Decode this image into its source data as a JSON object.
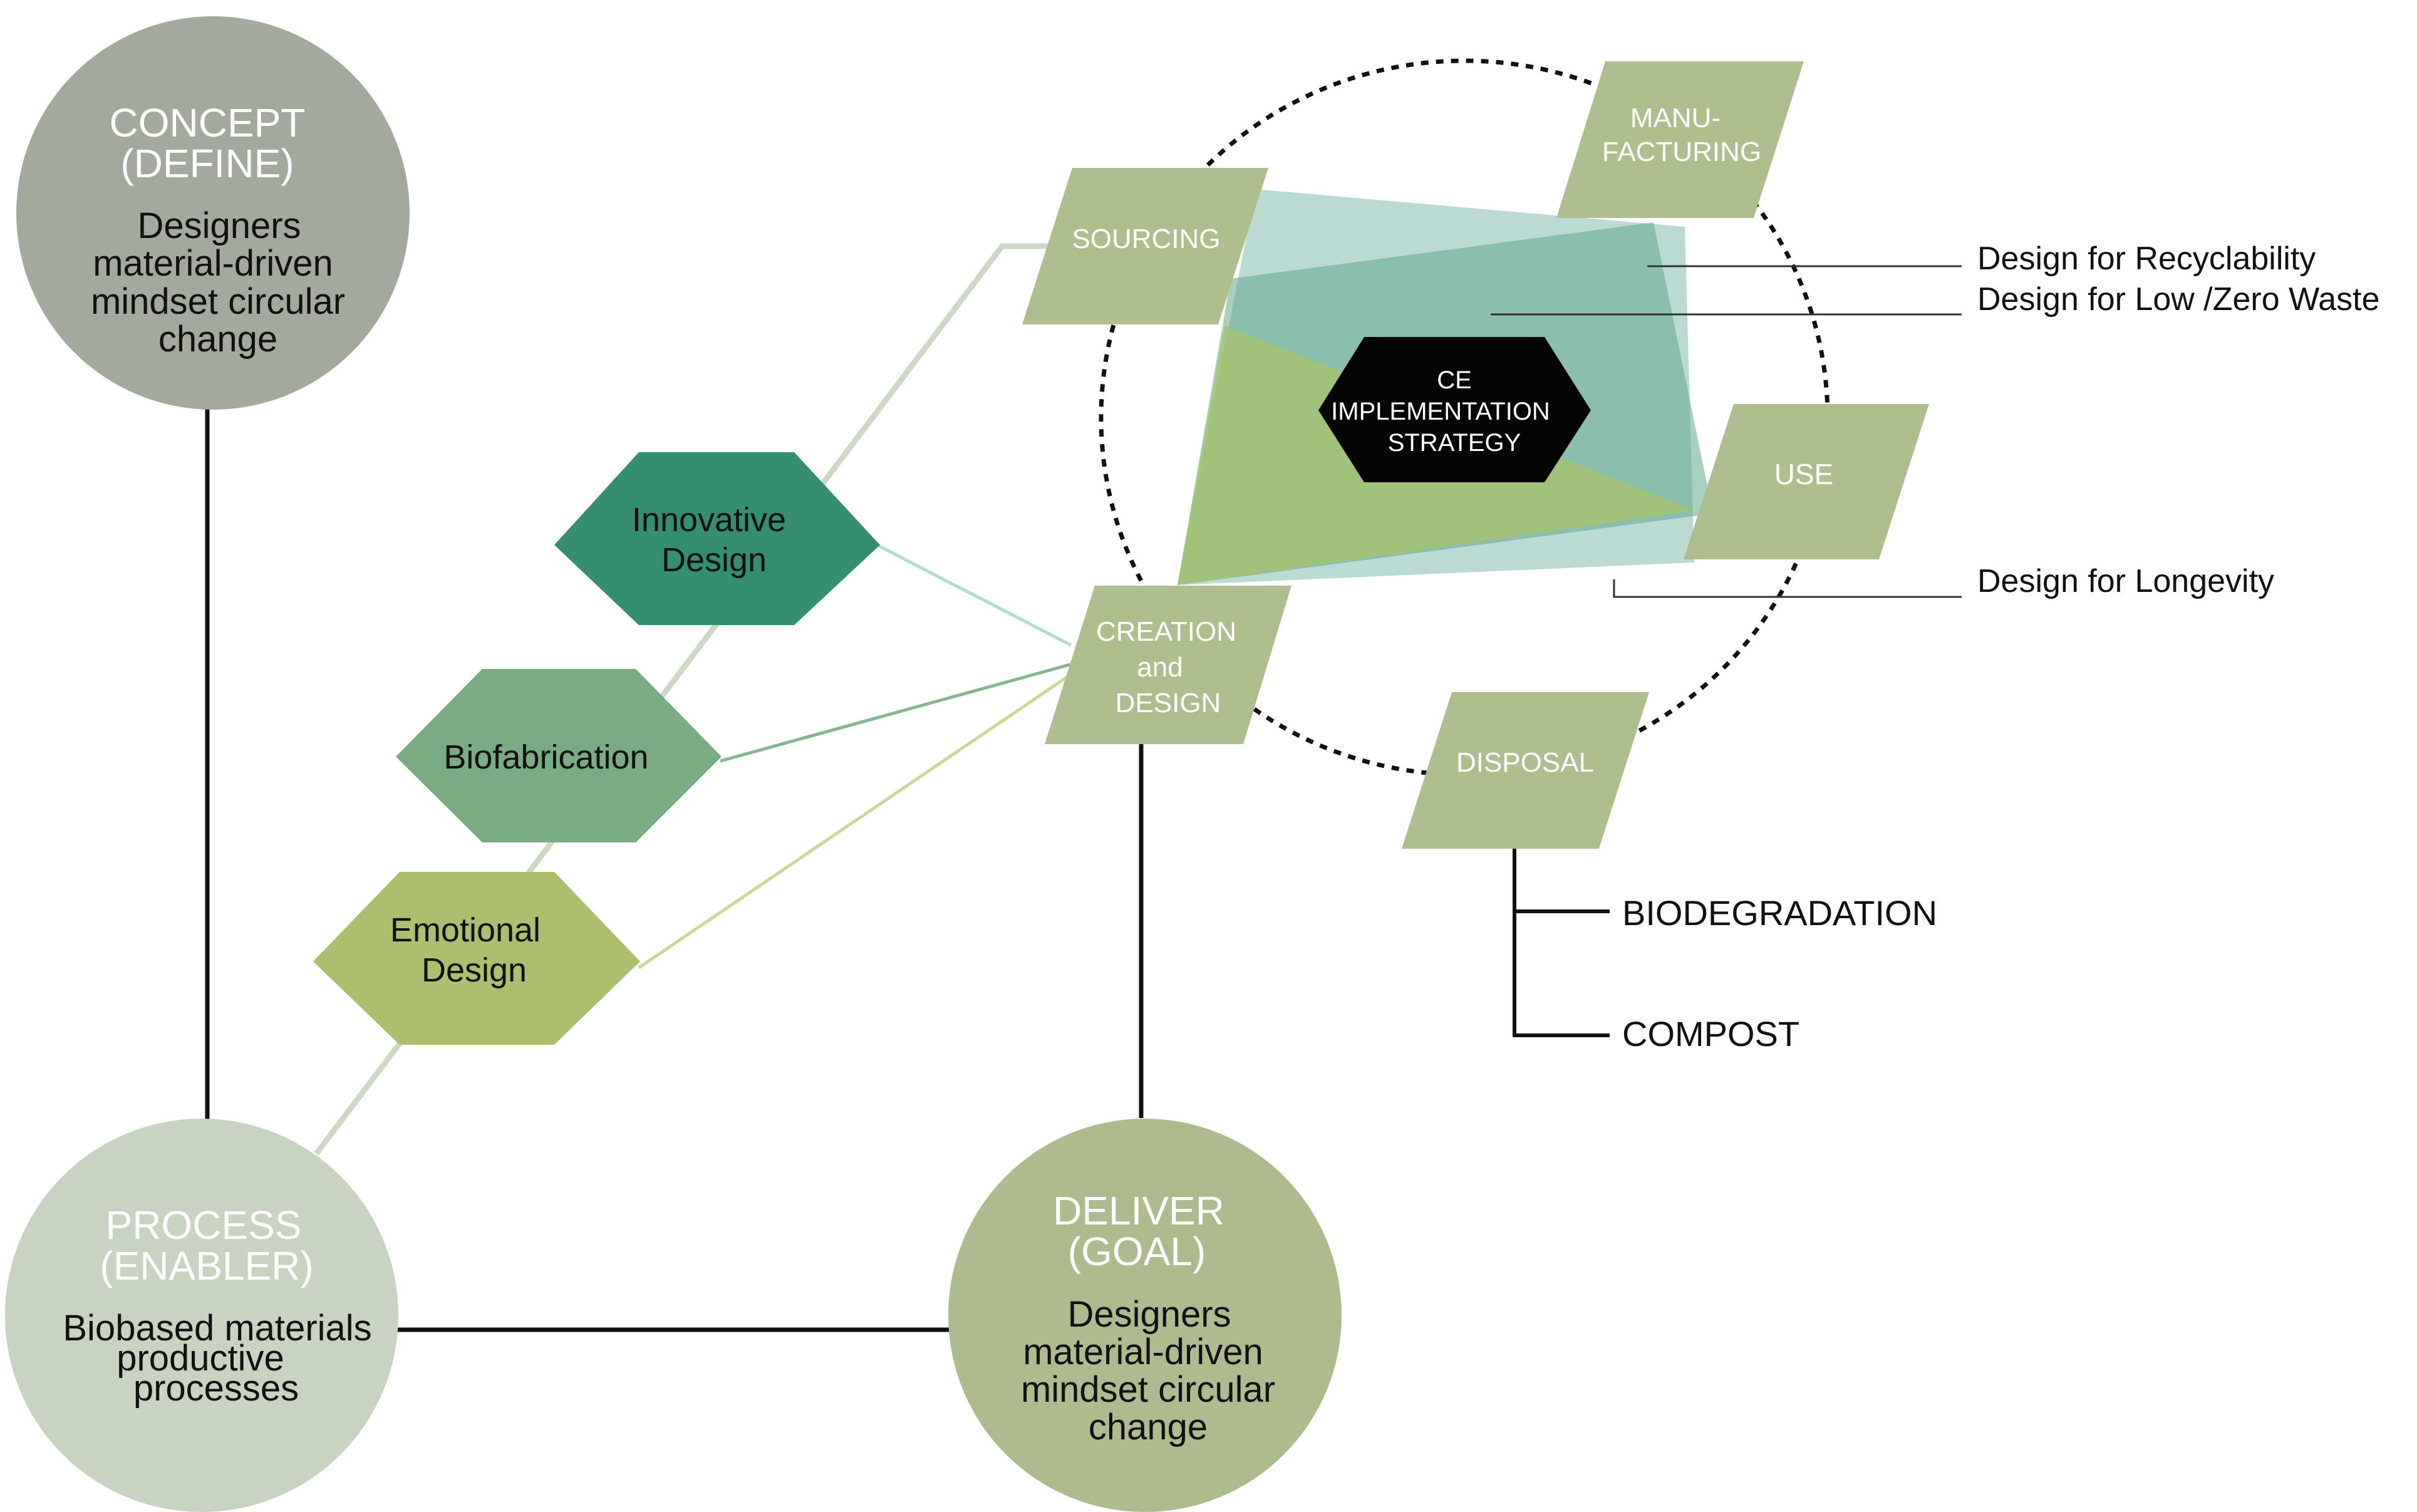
{
  "concept": {
    "title_line1": "CONCEPT",
    "title_line2": "(DEFINE)",
    "body": [
      "Designers",
      "material-driven",
      "mindset circular",
      "change"
    ]
  },
  "process": {
    "title_line1": "PROCESS",
    "title_line2": "(ENABLER)",
    "body": [
      "Biobased materials",
      "productive",
      "processes"
    ]
  },
  "deliver": {
    "title_line1": "DELIVER",
    "title_line2": "(GOAL)",
    "body": [
      "Designers",
      "material-driven",
      "mindset circular",
      "change"
    ]
  },
  "hexagons": {
    "innovative": [
      "Innovative",
      "Design"
    ],
    "biofabrication": [
      "Biofabrication"
    ],
    "emotional": [
      "Emotional",
      "Design"
    ]
  },
  "stages": {
    "sourcing": [
      "SOURCING"
    ],
    "manufacturing": [
      "MANU-",
      "FACTURING"
    ],
    "use": [
      "USE"
    ],
    "creation": [
      "CREATION",
      "and",
      "DESIGN"
    ],
    "disposal": [
      "DISPOSAL"
    ]
  },
  "center": [
    "CE",
    "IMPLEMENTATION",
    "STRATEGY"
  ],
  "annotations": {
    "recyclability": "Design for Recyclability",
    "low_zero_waste": "Design for Low /Zero Waste",
    "longevity": "Design for Longevity"
  },
  "disposal_outcomes": {
    "biodegradation": "BIODEGRADATION",
    "compost": "COMPOST"
  },
  "colors": {
    "concept_circle": "#a3a99c",
    "process_circle": "#c9d3c1",
    "deliver_circle": "#aebb8e",
    "innovative_hex": "#348e6f",
    "biofabrication_hex": "#7aab82",
    "emotional_hex": "#abbf6e",
    "stage_fill": "#afbe8f",
    "center_hex": "#050505"
  }
}
